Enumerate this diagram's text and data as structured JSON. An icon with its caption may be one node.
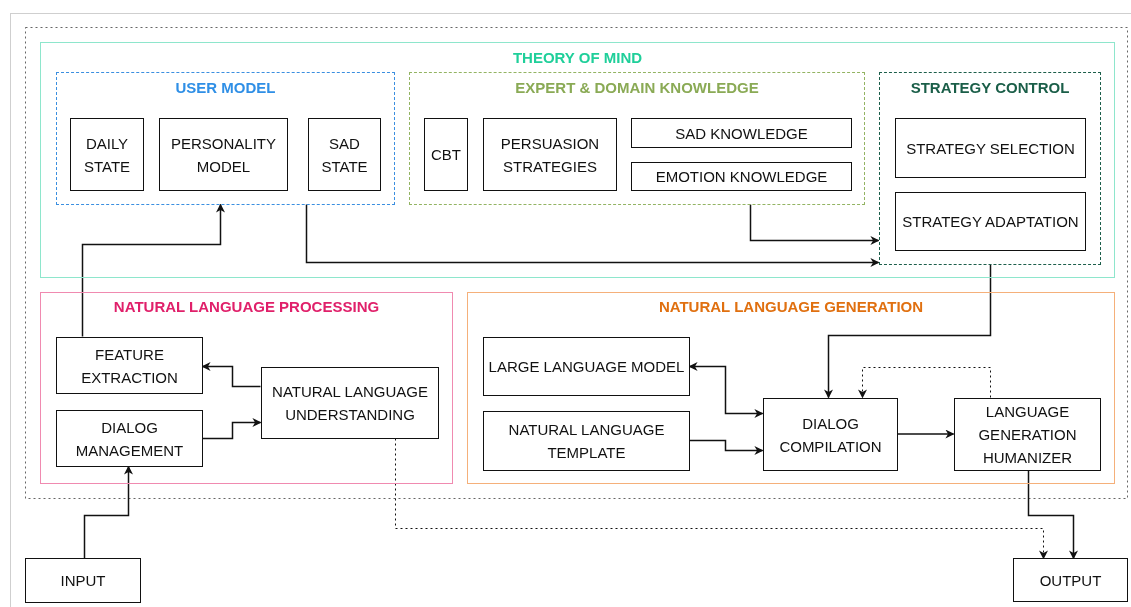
{
  "diagram": {
    "nodes": [
      {
        "text": [
          "THEORY OF MIND"
        ]
      },
      {
        "text": [
          "USER MODEL"
        ],
        "in": 0
      },
      {
        "text": [
          "DAILY STATE"
        ],
        "in": 1
      },
      {
        "text": [
          "PERSONALITY MODEL"
        ],
        "in": 1
      },
      {
        "text": [
          "SAD STATE"
        ],
        "in": 1
      },
      {
        "text": [
          "EXPERT & DOMAIN KNOWLEDGE"
        ],
        "in": 0
      },
      {
        "text": [
          "CBT"
        ],
        "in": 5
      },
      {
        "text": [
          "PERSUASION STRATEGIES"
        ],
        "in": 5
      },
      {
        "text": [
          "SAD KNOWLEDGE"
        ],
        "in": 5
      },
      {
        "text": [
          "EMOTION KNOWLEDGE"
        ],
        "in": 5
      },
      {
        "text": [
          "STRATEGY CONTROL"
        ],
        "in": 0
      },
      {
        "text": [
          "STRATEGY SELECTION"
        ],
        "in": 10
      },
      {
        "text": [
          "STRATEGY ADAPTATION"
        ],
        "in": 10
      },
      {
        "text": [
          "NATURAL LANGUAGE PROCESSING"
        ]
      },
      {
        "text": [
          "FEATURE EXTRACTION"
        ],
        "in": 13
      },
      {
        "text": [
          "DIALOG MANAGEMENT"
        ],
        "in": 13
      },
      {
        "text": [
          "NATURAL LANGUAGE UNDERSTANDING"
        ],
        "in": 13
      },
      {
        "text": [
          "NATURAL LANGUAGE GENERATION"
        ]
      },
      {
        "text": [
          "LARGE LANGUAGE MODEL"
        ],
        "in": 17
      },
      {
        "text": [
          "NATURAL LANGUAGE TEMPLATE"
        ],
        "in": 17
      },
      {
        "text": [
          "DIALOG COMPILATION"
        ],
        "in": 17
      },
      {
        "text": [
          "LANGUAGE GENERATION HUMANIZER"
        ],
        "in": 17
      },
      {
        "text": [
          "INPUT"
        ]
      },
      {
        "text": [
          "OUTPUT"
        ]
      }
    ],
    "edges": [
      {
        "from": 14,
        "to": 1,
        "arrow": "to"
      },
      {
        "from": 1,
        "to": 10,
        "arrow": "to"
      },
      {
        "from": 5,
        "to": 10,
        "arrow": "to"
      },
      {
        "from": 10,
        "to": 20,
        "arrow": "to"
      },
      {
        "from": 16,
        "to": 14,
        "arrow": "to"
      },
      {
        "from": 15,
        "to": 16,
        "arrow": "to"
      },
      {
        "from": 22,
        "to": 15,
        "arrow": "to"
      },
      {
        "from": 16,
        "to": 23,
        "arrow": "to",
        "style": "dashed"
      },
      {
        "from": 18,
        "to": 20,
        "arrow": "both"
      },
      {
        "from": 19,
        "to": 20,
        "arrow": "to"
      },
      {
        "from": 20,
        "to": 21,
        "arrow": "to"
      },
      {
        "from": 21,
        "to": 20,
        "arrow": "to",
        "style": "dashed"
      },
      {
        "from": 21,
        "to": 23,
        "arrow": "to"
      }
    ]
  }
}
